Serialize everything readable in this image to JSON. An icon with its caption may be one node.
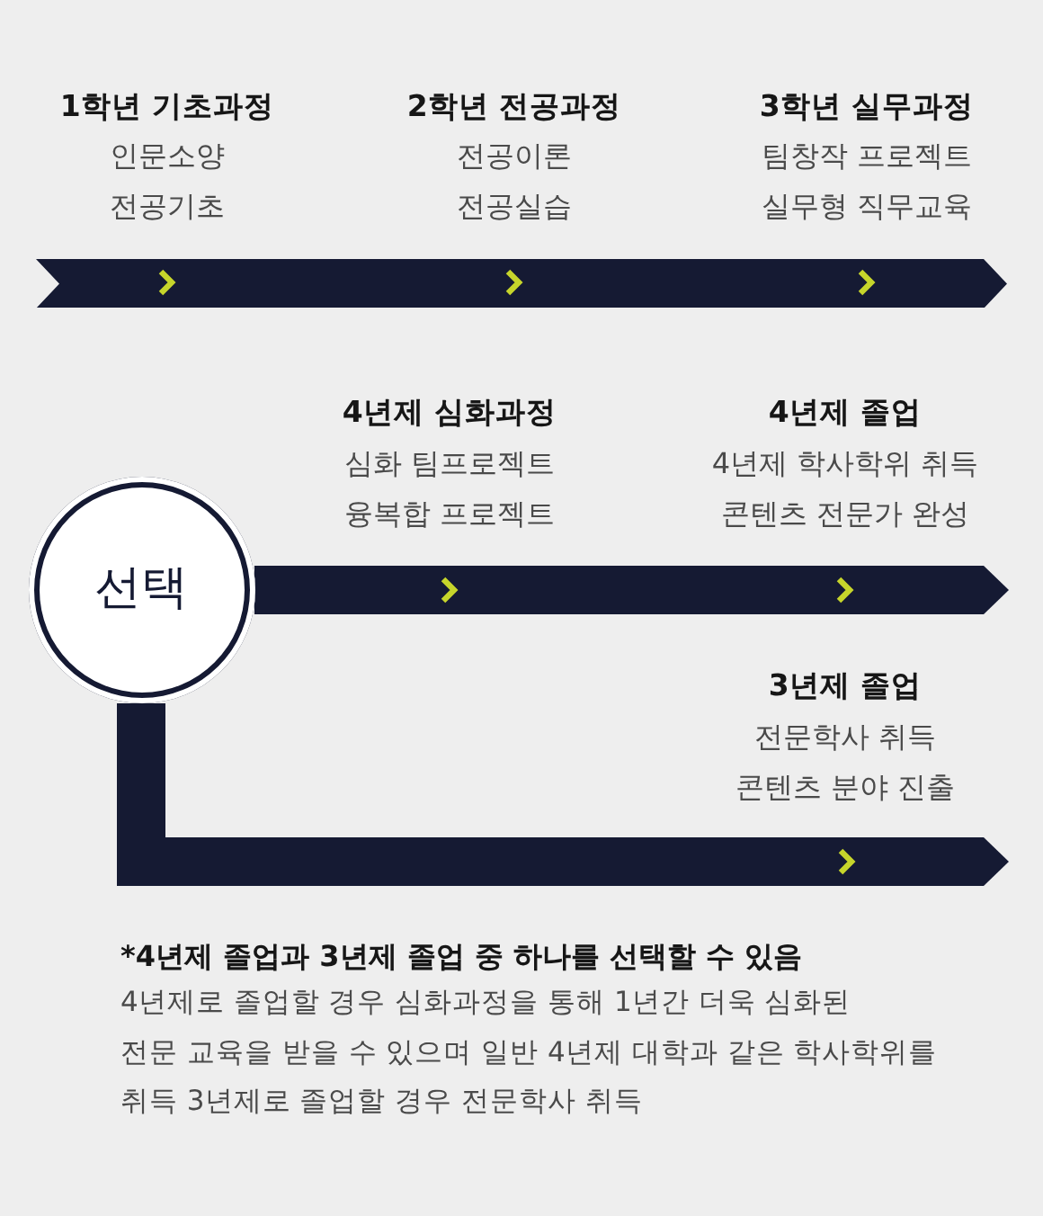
{
  "diagram": {
    "nodes": [
      {
        "text": [],
        "shape": "bar"
      },
      {
        "text": [
          "선택"
        ]
      }
    ],
    "edges": [
      {
        "from": 1,
        "to": null,
        "arrow": "to"
      },
      {
        "from": 1,
        "to": null,
        "arrow": "to"
      }
    ],
    "labels": [
      "1학년 기초과정",
      "인문소양",
      "전공기초",
      "2학년 전공과정",
      "전공이론",
      "전공실습",
      "3학년 실무과정",
      "팀창작 프로젝트",
      "실무형 직무교육",
      "4년제 심화과정",
      "심화 팀프로젝트",
      "융복합 프로젝트",
      "4년제 졸업",
      "4년제 학사학위 취득",
      "콘텐츠 전문가 완성",
      "3년제 졸업",
      "전문학사 취득",
      "콘텐츠 분야 진출",
      "*4년제 졸업과 3년제 졸업 중 하나를 선택할 수 있음",
      "4년제로 졸업할 경우 심화과정을 통해 1년간 더욱 심화된 전문 교육을 받을 수 있으며 일반 4년제 대학과 같은 학사학위를 취득 3년제로 졸업할 경우 전문학사 취득"
    ]
  }
}
